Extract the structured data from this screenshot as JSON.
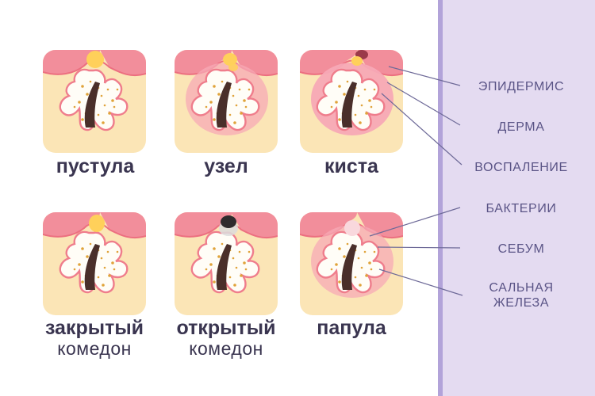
{
  "diagram": {
    "tiles": [
      {
        "id": "pustule",
        "variant": "pustule",
        "caption": "пустула",
        "caption_sub": ""
      },
      {
        "id": "nodule",
        "variant": "nodule",
        "caption": "узел",
        "caption_sub": ""
      },
      {
        "id": "cyst",
        "variant": "cyst",
        "caption": "киста",
        "caption_sub": ""
      },
      {
        "id": "closed-comedone",
        "variant": "closed",
        "caption": "закрытый",
        "caption_sub": "комедон"
      },
      {
        "id": "open-comedone",
        "variant": "open",
        "caption": "открытый",
        "caption_sub": "комедон"
      },
      {
        "id": "papule",
        "variant": "papule",
        "caption": "папула",
        "caption_sub": ""
      }
    ],
    "legend": [
      {
        "id": "epidermis",
        "label": "ЭПИДЕРМИС"
      },
      {
        "id": "dermis",
        "label": "ДЕРМА"
      },
      {
        "id": "inflammation",
        "label": "ВОСПАЛЕНИЕ"
      },
      {
        "id": "bacteria",
        "label": "БАКТЕРИИ"
      },
      {
        "id": "sebum",
        "label": "СЕБУМ"
      },
      {
        "id": "sebaceous-gland",
        "label": "САЛЬНАЯ ЖЕЛЕЗА"
      }
    ],
    "colors": {
      "epidermis": "#f28e9b",
      "epidermis_edge": "#ec6f80",
      "dermis": "#fbe5b6",
      "inflammation": "#f7a9b6",
      "sebum": "#fffdf7",
      "bacteria": "#e0a33a",
      "hair": "#4a2f2a",
      "pus": "#ffd05a",
      "blackhead": "#2f2b2d",
      "caption": "#3a3550",
      "legend_text": "#5a5486",
      "side_panel": "#e4dbf1",
      "side_bar": "#b2a3d9"
    }
  }
}
